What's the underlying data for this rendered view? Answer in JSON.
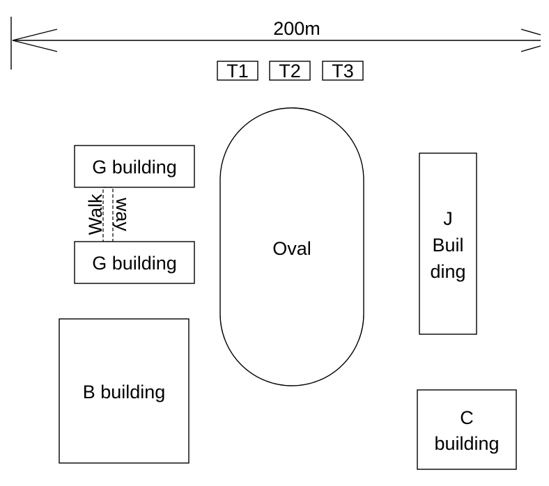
{
  "scale": {
    "label": "200m"
  },
  "tokens": [
    "T1",
    "T2",
    "T3"
  ],
  "buildings": {
    "g_top": "G building",
    "g_bottom": "G building",
    "b": "B building",
    "j": [
      "J",
      "Buil",
      "ding"
    ],
    "c": [
      "C",
      "building"
    ]
  },
  "walkway": [
    "Walk",
    "way"
  ],
  "oval": "Oval"
}
